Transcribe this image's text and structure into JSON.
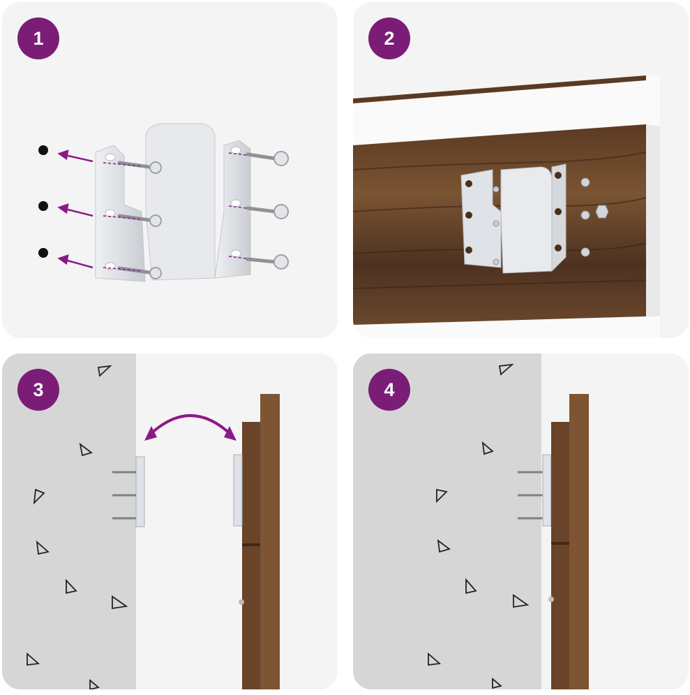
{
  "steps": [
    {
      "number": "1"
    },
    {
      "number": "2"
    },
    {
      "number": "3"
    },
    {
      "number": "4"
    }
  ],
  "colors": {
    "badge": "#7b1d77",
    "arrow": "#8b1a86",
    "wood_dark": "#4a2f1b",
    "wood_mid": "#6b4426",
    "metal": "#dfe2e6",
    "wall": "#d6d6d6"
  }
}
